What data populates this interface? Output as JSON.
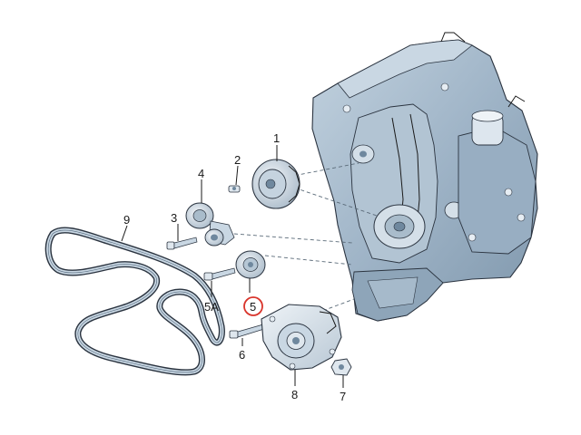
{
  "callouts": [
    {
      "id": "1",
      "text": "1"
    },
    {
      "id": "2",
      "text": "2"
    },
    {
      "id": "3",
      "text": "3"
    },
    {
      "id": "4",
      "text": "4"
    },
    {
      "id": "5",
      "text": "5",
      "highlighted": true
    },
    {
      "id": "5A",
      "text": "5A"
    },
    {
      "id": "6",
      "text": "6"
    },
    {
      "id": "7",
      "text": "7"
    },
    {
      "id": "8",
      "text": "8"
    },
    {
      "id": "9",
      "text": "9"
    }
  ],
  "colors": {
    "engine_fill": "#9fb4c7",
    "engine_dark": "#6f889e",
    "engine_light": "#c9d7e3",
    "part_fill": "#d2dde6",
    "outline": "#2b3440",
    "highlight_ring": "#d9342b"
  }
}
